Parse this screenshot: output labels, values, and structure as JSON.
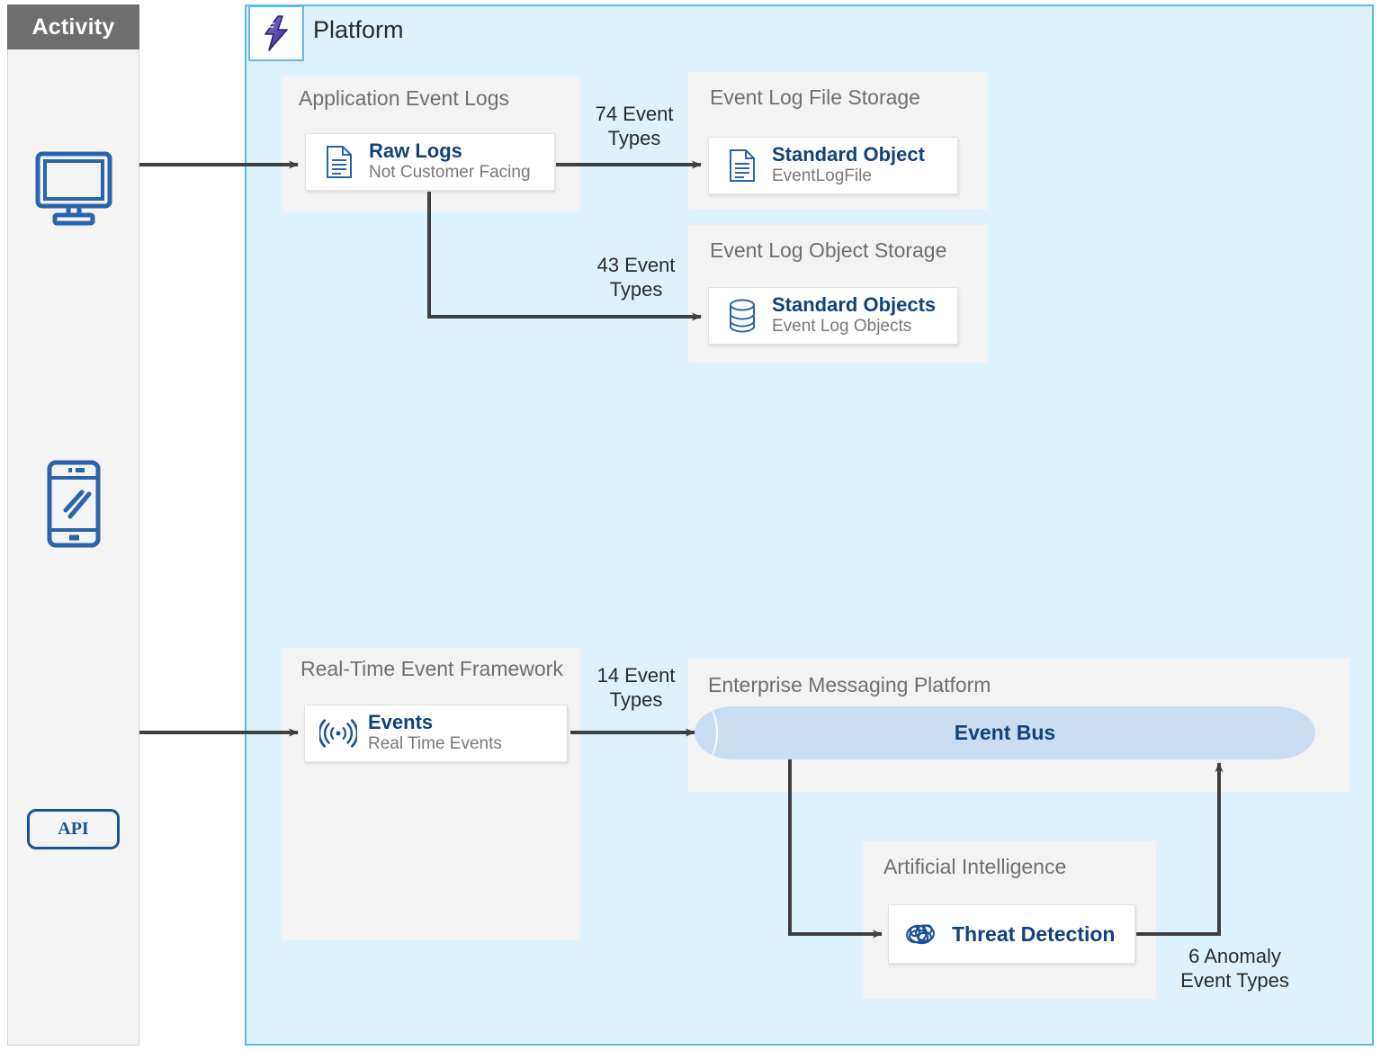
{
  "activity": {
    "header": "Activity",
    "icons": [
      {
        "name": "desktop-monitor-icon"
      },
      {
        "name": "mobile-phone-icon"
      }
    ],
    "api_label": "API"
  },
  "platform": {
    "title": "Platform",
    "badge_icon": "lightning-bolt-icon",
    "accent_border": "#5bbae8",
    "background": "#ddf2fc"
  },
  "groups": {
    "application_event_logs": {
      "title": "Application Event Logs",
      "card": {
        "icon": "document-icon",
        "title": "Raw Logs",
        "subtitle": "Not Customer Facing"
      }
    },
    "event_log_file_storage": {
      "title": "Event Log File Storage",
      "card": {
        "icon": "document-icon",
        "title": "Standard Object",
        "subtitle": "EventLogFile"
      }
    },
    "event_log_object_storage": {
      "title": "Event Log Object Storage",
      "card": {
        "icon": "database-icon",
        "title": "Standard Objects",
        "subtitle": "Event Log Objects"
      }
    },
    "real_time_event_framework": {
      "title": "Real-Time Event Framework",
      "card": {
        "icon": "broadcast-signal-icon",
        "title": "Events",
        "subtitle": "Real Time Events"
      }
    },
    "enterprise_messaging_platform": {
      "title": "Enterprise Messaging Platform",
      "bus_label": "Event Bus",
      "bus_color": "#c9ddf3"
    },
    "artificial_intelligence": {
      "title": "Artificial Intelligence",
      "card": {
        "icon": "einstein-brain-icon",
        "title": "Threat Detection"
      }
    }
  },
  "edges": [
    {
      "id": "elf",
      "line1": "74 Event",
      "line2": "Types"
    },
    {
      "id": "elo",
      "line1": "43 Event",
      "line2": "Types"
    },
    {
      "id": "rtef",
      "line1": "14 Event",
      "line2": "Types"
    },
    {
      "id": "anomaly",
      "line1": "6 Anomaly",
      "line2": "Event Types"
    }
  ],
  "colors": {
    "title_blue": "#11427c",
    "icon_blue": "#1b5297",
    "subtext_gray": "#787878",
    "group_gray": "#f3f3f3",
    "header_gray": "#6e6e6e",
    "connector": "#3f3f3f"
  }
}
